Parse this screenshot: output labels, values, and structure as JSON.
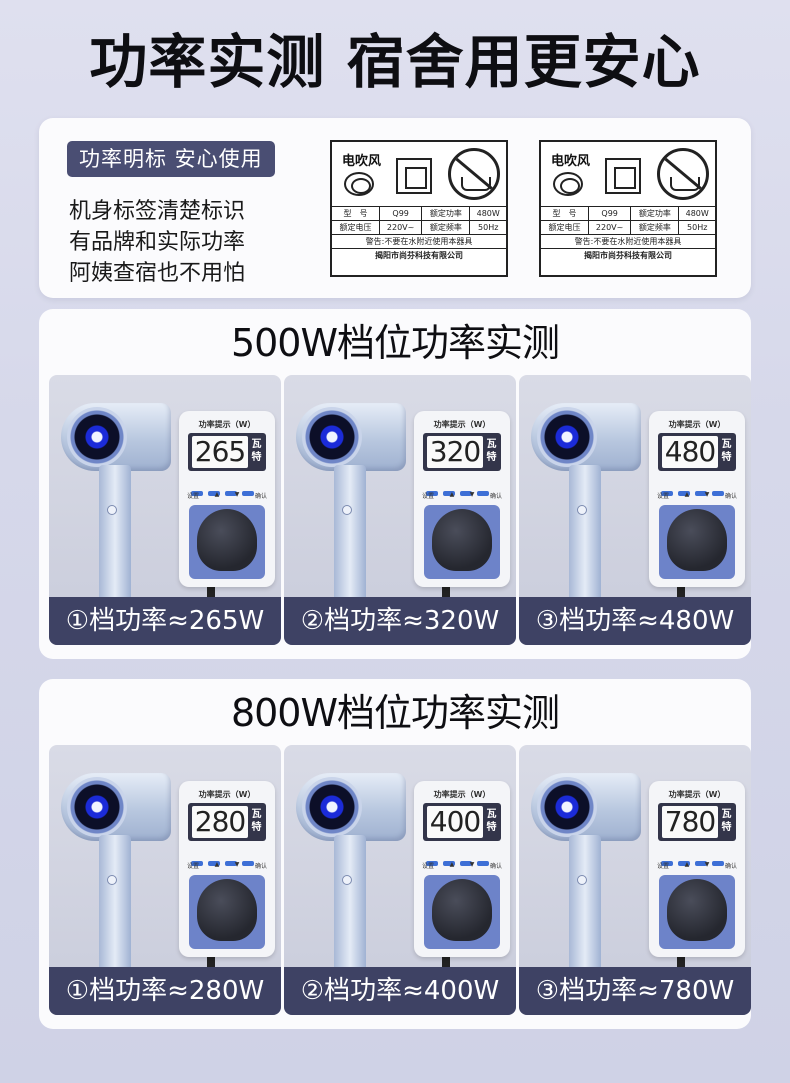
{
  "title": "功率实测  宿舍用更安心",
  "label_card": {
    "badge": "功率明标 安心使用",
    "lines": [
      "机身标签清楚标识",
      "有品牌和实际功率",
      "阿姨查宿也不用怕"
    ],
    "nameplate": {
      "name": "电吹风",
      "model_label": "型　号",
      "model": "Q99",
      "rated_power_label": "额定功率",
      "rated_power": "480W",
      "voltage_label": "额定电压",
      "voltage": "220V~",
      "freq_label": "额定频率",
      "freq": "50Hz",
      "warning": "警告:不要在水附近使用本器具",
      "company": "揭阳市尚芬科技有限公司"
    }
  },
  "meter_common": {
    "label": "功率提示（W）",
    "unit": "瓦特",
    "keys": [
      "设置",
      "▲",
      "▼",
      "确认"
    ]
  },
  "sections": [
    {
      "title": "500W档位功率实测",
      "panels": [
        {
          "reading": "265",
          "caption": "①档功率≈265W"
        },
        {
          "reading": "320",
          "caption": "②档功率≈320W"
        },
        {
          "reading": "480",
          "caption": "③档功率≈480W"
        }
      ]
    },
    {
      "title": "800W档位功率实测",
      "panels": [
        {
          "reading": "280",
          "caption": "①档功率≈280W"
        },
        {
          "reading": "400",
          "caption": "②档功率≈400W"
        },
        {
          "reading": "780",
          "caption": "③档功率≈780W"
        }
      ]
    }
  ]
}
